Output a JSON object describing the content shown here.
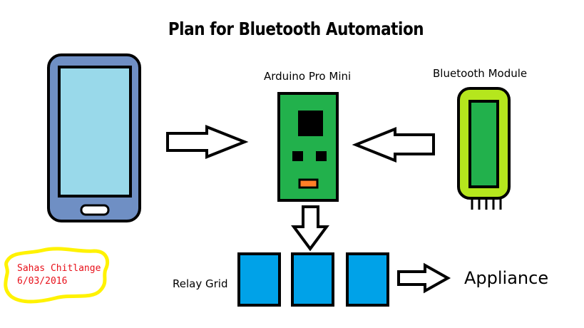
{
  "title": "Plan for Bluetooth Automation",
  "labels": {
    "arduino": "Arduino Pro Mini",
    "bluetooth": "Bluetooth Module",
    "relay": "Relay Grid",
    "appliance": "Appliance"
  },
  "signature": {
    "name": "Sahas Chitlange",
    "date": "6/03/2016"
  },
  "colors": {
    "phone_body": "#6f8fc4",
    "phone_screen": "#99d9ea",
    "arduino_board": "#22b14c",
    "arduino_led": "#ff7f27",
    "bt_outer": "#b5e61d",
    "bt_inner": "#22b14c",
    "relay": "#00a2e8",
    "signature_highlight": "#fff200",
    "signature_text": "#e8101a"
  }
}
